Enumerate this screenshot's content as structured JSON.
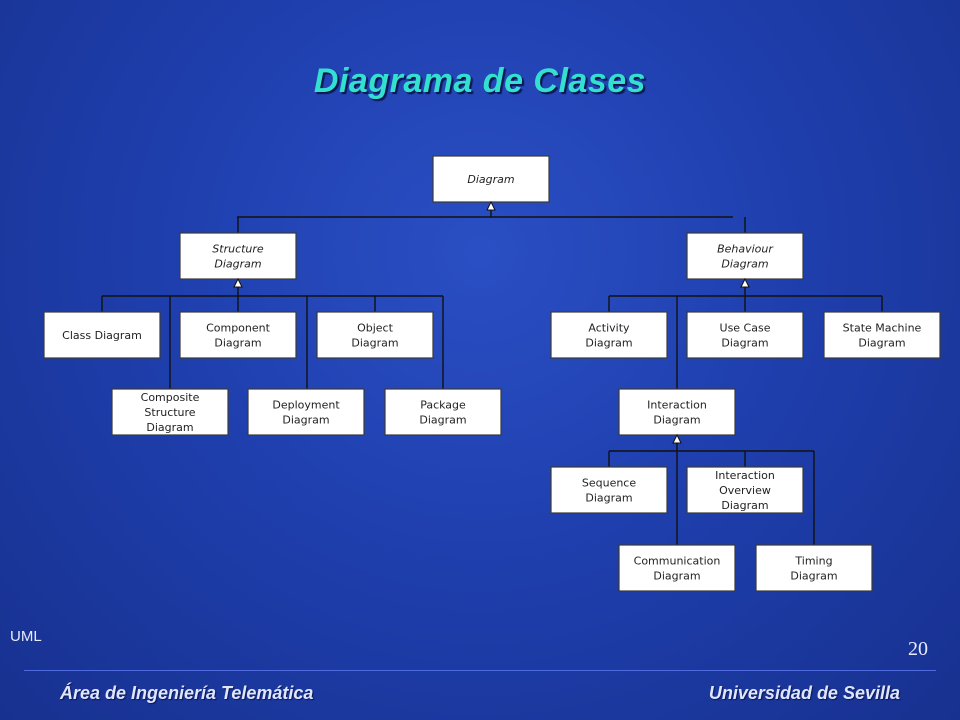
{
  "slide": {
    "title": "Diagrama de Clases",
    "section_label": "UML",
    "page_number": "20",
    "footer_left": "Área de Ingeniería Telemática",
    "footer_right": "Universidad de Sevilla"
  },
  "diagram": {
    "nodes": {
      "diagram": [
        "Diagram"
      ],
      "structure": [
        "Structure",
        "Diagram"
      ],
      "behaviour": [
        "Behaviour",
        "Diagram"
      ],
      "class": [
        "Class Diagram"
      ],
      "component": [
        "Component",
        "Diagram"
      ],
      "object": [
        "Object",
        "Diagram"
      ],
      "composite": [
        "Composite",
        "Structure",
        "Diagram"
      ],
      "deployment": [
        "Deployment",
        "Diagram"
      ],
      "package": [
        "Package",
        "Diagram"
      ],
      "activity": [
        "Activity",
        "Diagram"
      ],
      "usecase": [
        "Use Case",
        "Diagram"
      ],
      "statemachine": [
        "State Machine",
        "Diagram"
      ],
      "interaction": [
        "Interaction",
        "Diagram"
      ],
      "sequence": [
        "Sequence",
        "Diagram"
      ],
      "interactionoverview": [
        "Interaction",
        "Overview",
        "Diagram"
      ],
      "communication": [
        "Communication",
        "Diagram"
      ],
      "timing": [
        "Timing",
        "Diagram"
      ]
    },
    "abstract_nodes": [
      "diagram",
      "structure",
      "behaviour"
    ]
  },
  "colors": {
    "title": "#33e0cf",
    "background": "#1f3fae",
    "footer_text": "#e0e6ff"
  }
}
